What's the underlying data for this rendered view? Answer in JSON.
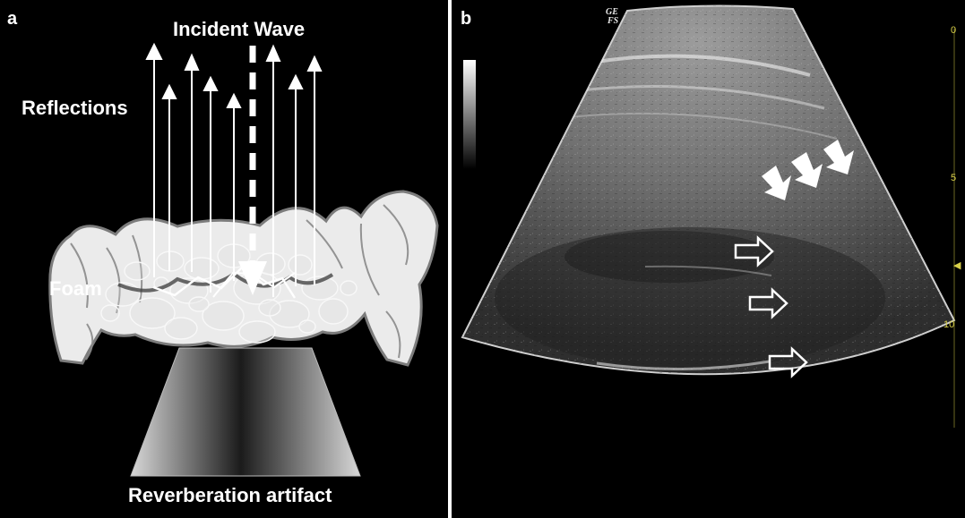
{
  "panel_a": {
    "panel_label": "a",
    "incident_label": "Incident Wave",
    "reflections_label": "Reflections",
    "foam_label": "Foam",
    "artifact_label": "Reverberation artifact"
  },
  "panel_b": {
    "panel_label": "b",
    "logo_text": "GE",
    "logo_subtext": "FS",
    "depth_ticks": [
      "0",
      "5",
      "10"
    ],
    "focus_marker": "◀"
  },
  "colors": {
    "background": "#000000",
    "arrows": "#ffffff",
    "bowel_fill": "#e9e9e9",
    "bowel_outline": "#888888",
    "depth_scale": "#d8cf49"
  },
  "icons": {
    "solid_arrow": "solid-arrow-icon",
    "hollow_arrow": "hollow-arrow-icon"
  }
}
